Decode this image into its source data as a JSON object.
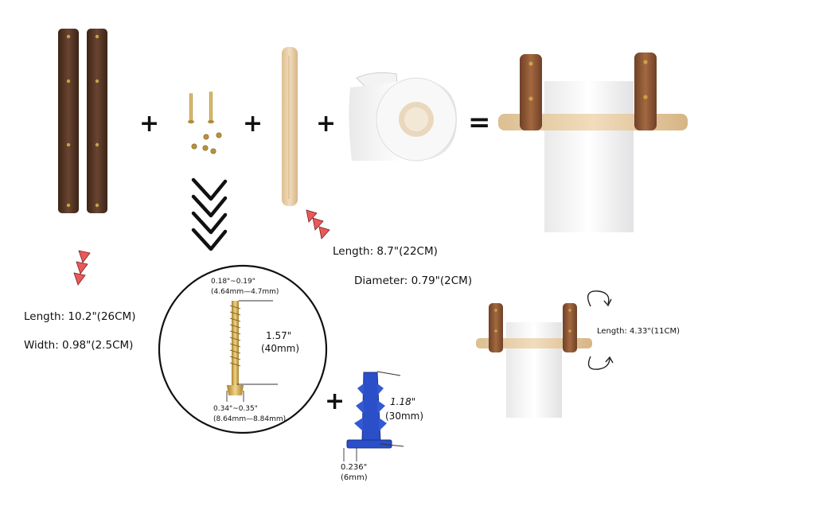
{
  "operators": {
    "plus": "+",
    "equals": "="
  },
  "strap": {
    "length": "Length: 10.2\"(26CM)",
    "width": "Width: 0.98\"(2.5CM)"
  },
  "dowel": {
    "length": "Length: 8.7\"(22CM)",
    "diameter": "Diameter: 0.79\"(2CM)"
  },
  "screw": {
    "head_inch": "0.18\"~0.19\"",
    "head_mm": "(4.64mm—4.7mm)",
    "length_inch": "1.57\"",
    "length_mm": "(40mm)",
    "bottom_inch": "0.34\"~0.35\"",
    "bottom_mm": "(8.64mm—8.84mm)"
  },
  "anchor": {
    "length_inch": "1.18\"",
    "length_mm": "(30mm)",
    "dia_inch": "0.236\"",
    "dia_mm": "(6mm)"
  },
  "mounted": {
    "length": "Length: 4.33\"(11CM)"
  },
  "colors": {
    "leather_dark": "#4a2e1e",
    "leather_tan": "#8a5535",
    "wood": "#e8cfa6",
    "arrow_red": "#e85a5a",
    "anchor_blue": "#2a4fc9",
    "brass": "#c9a24a"
  }
}
